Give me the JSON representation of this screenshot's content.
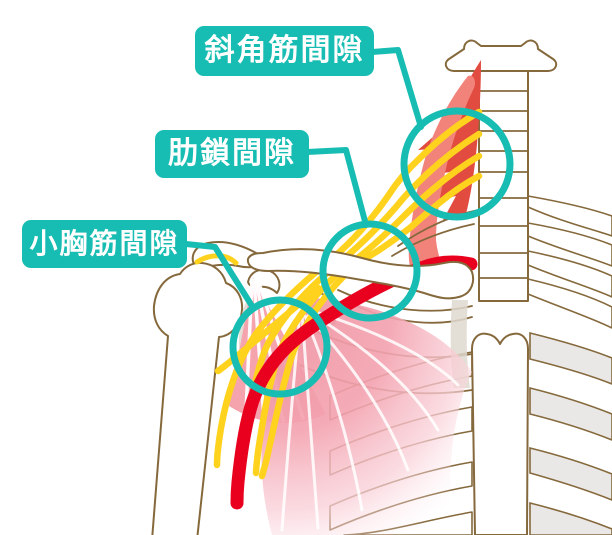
{
  "annotations": [
    {
      "id": "interscalene-space",
      "label": "斜角筋間隙"
    },
    {
      "id": "costoclavicular-space",
      "label": "肋鎖間隙"
    },
    {
      "id": "pectoralis-minor-space",
      "label": "小胸筋間隙"
    }
  ],
  "colors": {
    "accent-teal": "#17BDB2",
    "label-text": "#FFFFFF",
    "nerve-yellow": "#FFD21E",
    "artery-red": "#E8001E",
    "scalene-anterior-pink": "#F2837B",
    "scalene-middle-red": "#E24B40",
    "pec-minor-pink": "#F5A3AD",
    "pec-major-pink": "#F3A2AF",
    "bone-outline": "#85693C",
    "bone-fill": "#FFFFFF",
    "rib-gray": "#EAE8E6",
    "shadow-gray": "#DFD9CF"
  }
}
